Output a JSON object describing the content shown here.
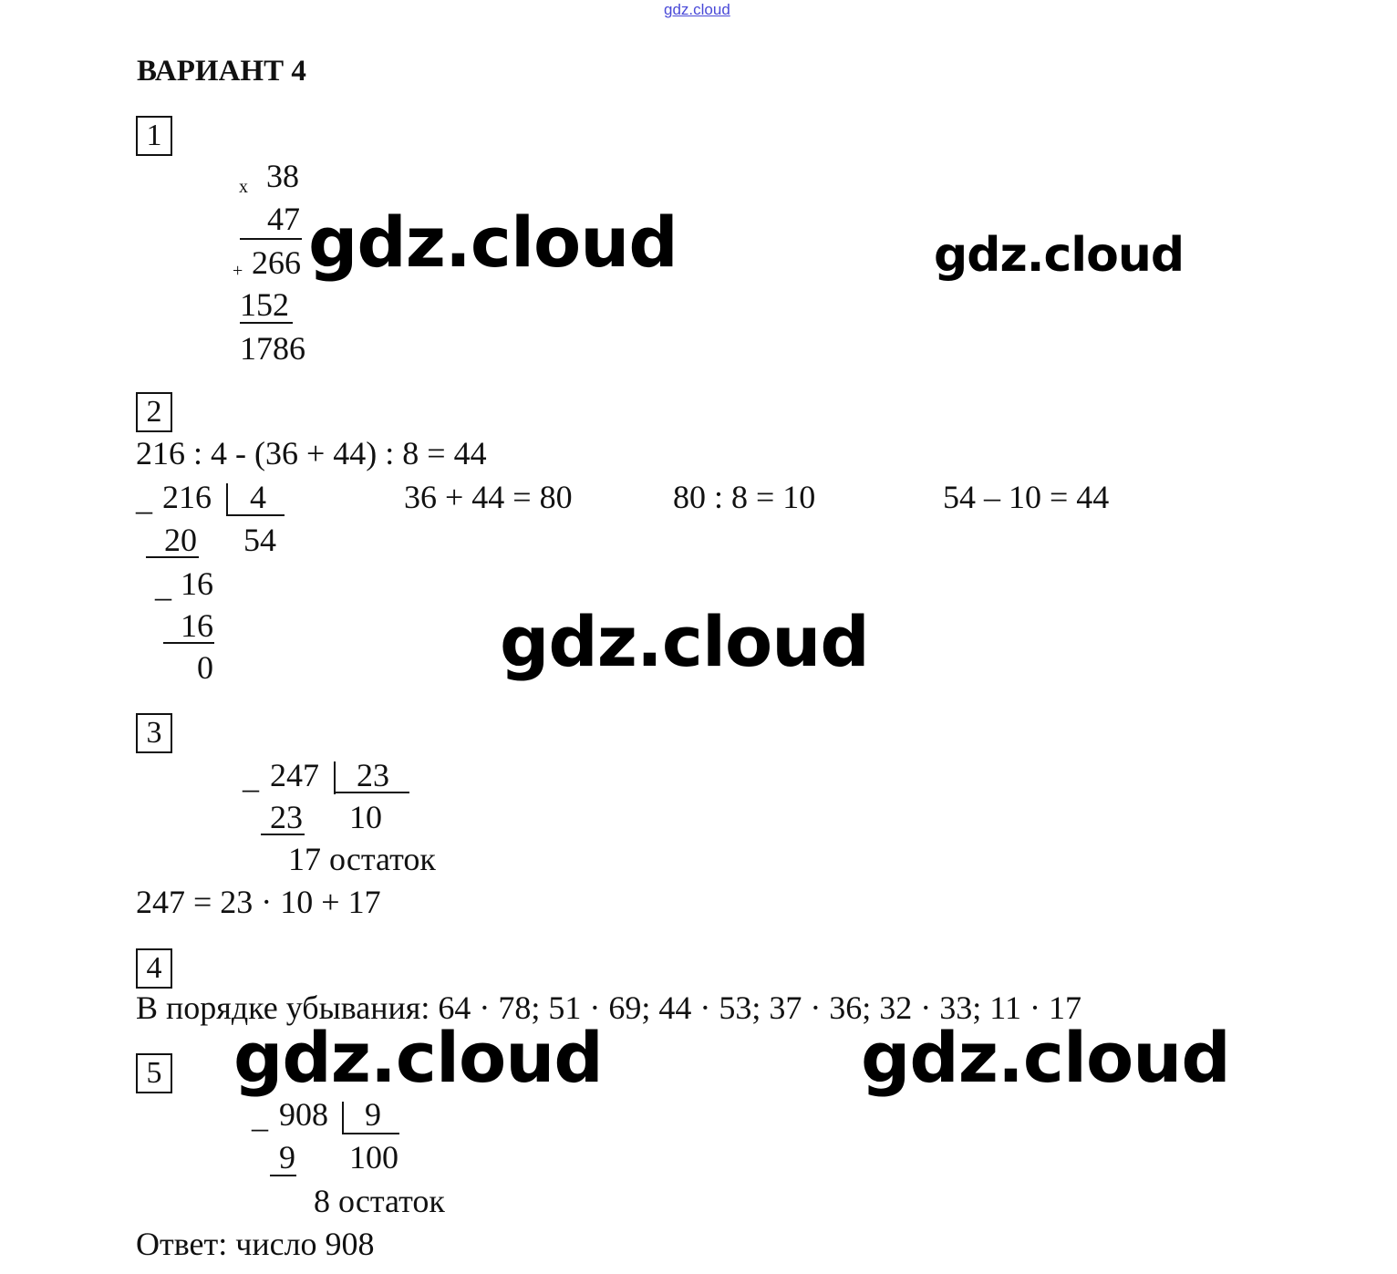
{
  "site_link": "gdz.cloud",
  "title": "ВАРИАНТ 4",
  "watermark": "gdz.cloud",
  "tasks": {
    "t1": {
      "num": "1",
      "x": "x",
      "a": "38",
      "b": "47",
      "plus": "+",
      "p1": "266",
      "p2": "152",
      "result": "1786"
    },
    "t2": {
      "num": "2",
      "expr": "216 : 4 - (36 + 44) : 8 = 44",
      "minus": "_",
      "dividend": "216",
      "divisor": "4",
      "sub1": "20",
      "quotient": "54",
      "rem1": "16",
      "sub2": "16",
      "rem2": "0",
      "step1": "36 + 44 = 80",
      "step2": "80 : 8 = 10",
      "step3": "54 – 10 = 44"
    },
    "t3": {
      "num": "3",
      "minus": "_",
      "dividend": "247",
      "divisor": "23",
      "sub": "23",
      "quotient": "10",
      "remainder": "17 остаток",
      "check": "247 = 23 · 10 + 17"
    },
    "t4": {
      "num": "4",
      "text": "В порядке убывания: 64 · 78; 51 · 69; 44 · 53; 37 · 36; 32 · 33; 11 · 17"
    },
    "t5": {
      "num": "5",
      "minus": "_",
      "dividend": "908",
      "divisor": "9",
      "sub": "9",
      "quotient": "100",
      "remainder": "8 остаток",
      "answer": "Ответ: число 908"
    }
  }
}
